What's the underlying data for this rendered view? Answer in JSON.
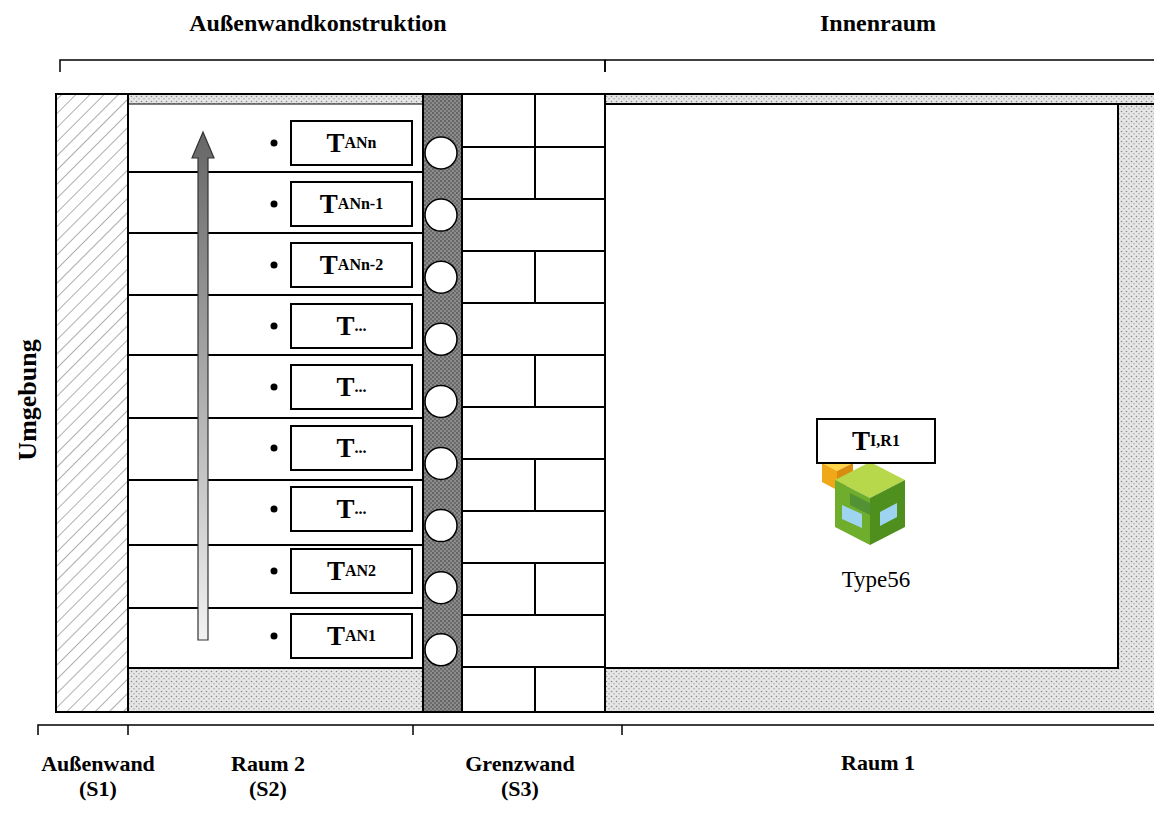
{
  "diagram": {
    "nodes": [
      {
        "text": [
          "T",
          "ANn"
        ]
      },
      {
        "text": [
          "T",
          "ANn-1"
        ]
      },
      {
        "text": [
          "T",
          "ANn-2"
        ]
      },
      {
        "text": [
          "T",
          "..."
        ]
      },
      {
        "text": [
          "T",
          "..."
        ]
      },
      {
        "text": [
          "T",
          "..."
        ]
      },
      {
        "text": [
          "T",
          "..."
        ]
      },
      {
        "text": [
          "T",
          "AN2"
        ]
      },
      {
        "text": [
          "T",
          "AN1"
        ]
      },
      {
        "text": [
          "T",
          "I,R1"
        ]
      }
    ],
    "labels": [
      "Außenwandkonstruktion",
      "Innenraum",
      "Umgebung",
      "Type56",
      "Außenwand (S1)",
      "Raum 2 (S2)",
      "Grenzwand (S3)",
      "Raum 1"
    ]
  }
}
